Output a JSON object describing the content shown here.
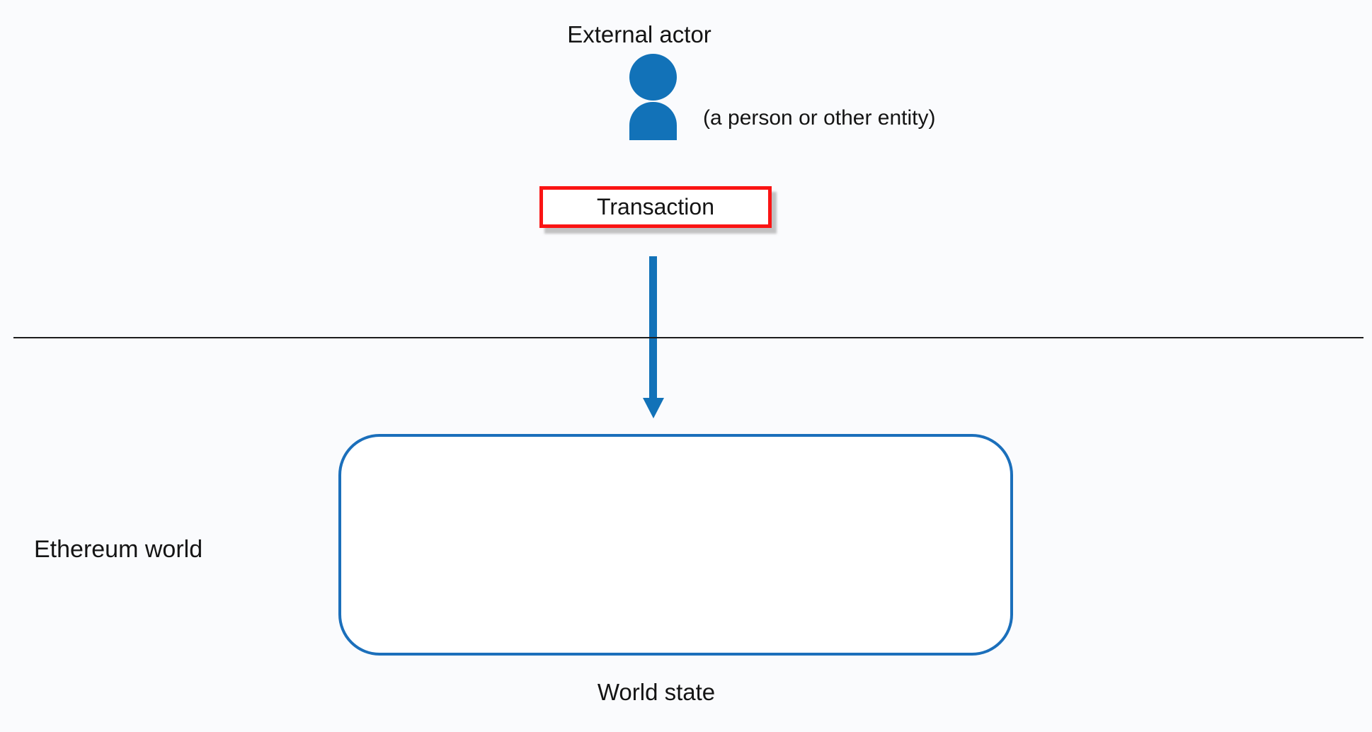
{
  "colors": {
    "background": "#fafbfd",
    "accent-blue": "#1272b8",
    "box-border-blue": "#1b6fbb",
    "highlight-red": "#fa1414",
    "divider-black": "#1c1c1c",
    "text-black": "#141414"
  },
  "external_actor": {
    "title": "External actor",
    "note": "(a person or other entity)"
  },
  "transaction": {
    "label": "Transaction"
  },
  "ethereum_world": {
    "label": "Ethereum world"
  },
  "world_state": {
    "label": "World state"
  }
}
